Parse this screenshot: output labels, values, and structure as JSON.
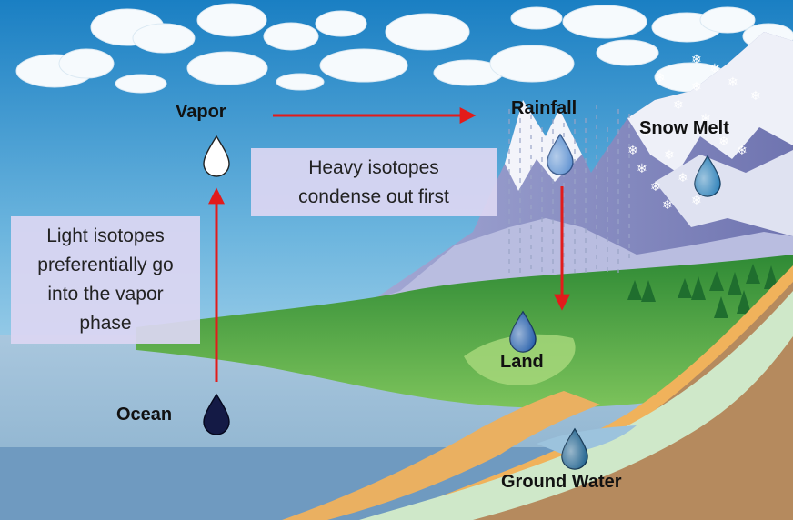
{
  "labels": {
    "vapor": "Vapor",
    "rainfall": "Rainfall",
    "snow_melt": "Snow Melt",
    "land": "Land",
    "ocean": "Ocean",
    "ground_water": "Ground Water"
  },
  "notes": {
    "heavy": [
      "Heavy isotopes",
      "condense out first"
    ],
    "light": [
      "Light isotopes",
      "preferentially go",
      "into the vapor",
      "phase"
    ]
  },
  "colors": {
    "sky_top": "#1f86c8",
    "sky_bottom": "#cfe6f3",
    "sea": "#8fb6d3",
    "sea_deep": "#6f9fc4",
    "mountain": "#8d92c4",
    "snow": "#f4f5fb",
    "grass": "#3f9a3a",
    "sand": "#f0b25b",
    "soil": "#b78a5c",
    "groundwater": "#cfe8c9",
    "arrow": "#e21b1b",
    "drop_vapor": "#ffffff",
    "drop_rain": "#5b8fd0",
    "drop_snow": "#2a7fb8",
    "drop_land": "#1f5aa8",
    "drop_ocean": "#141a45",
    "drop_ground": "#1b5f8c"
  }
}
